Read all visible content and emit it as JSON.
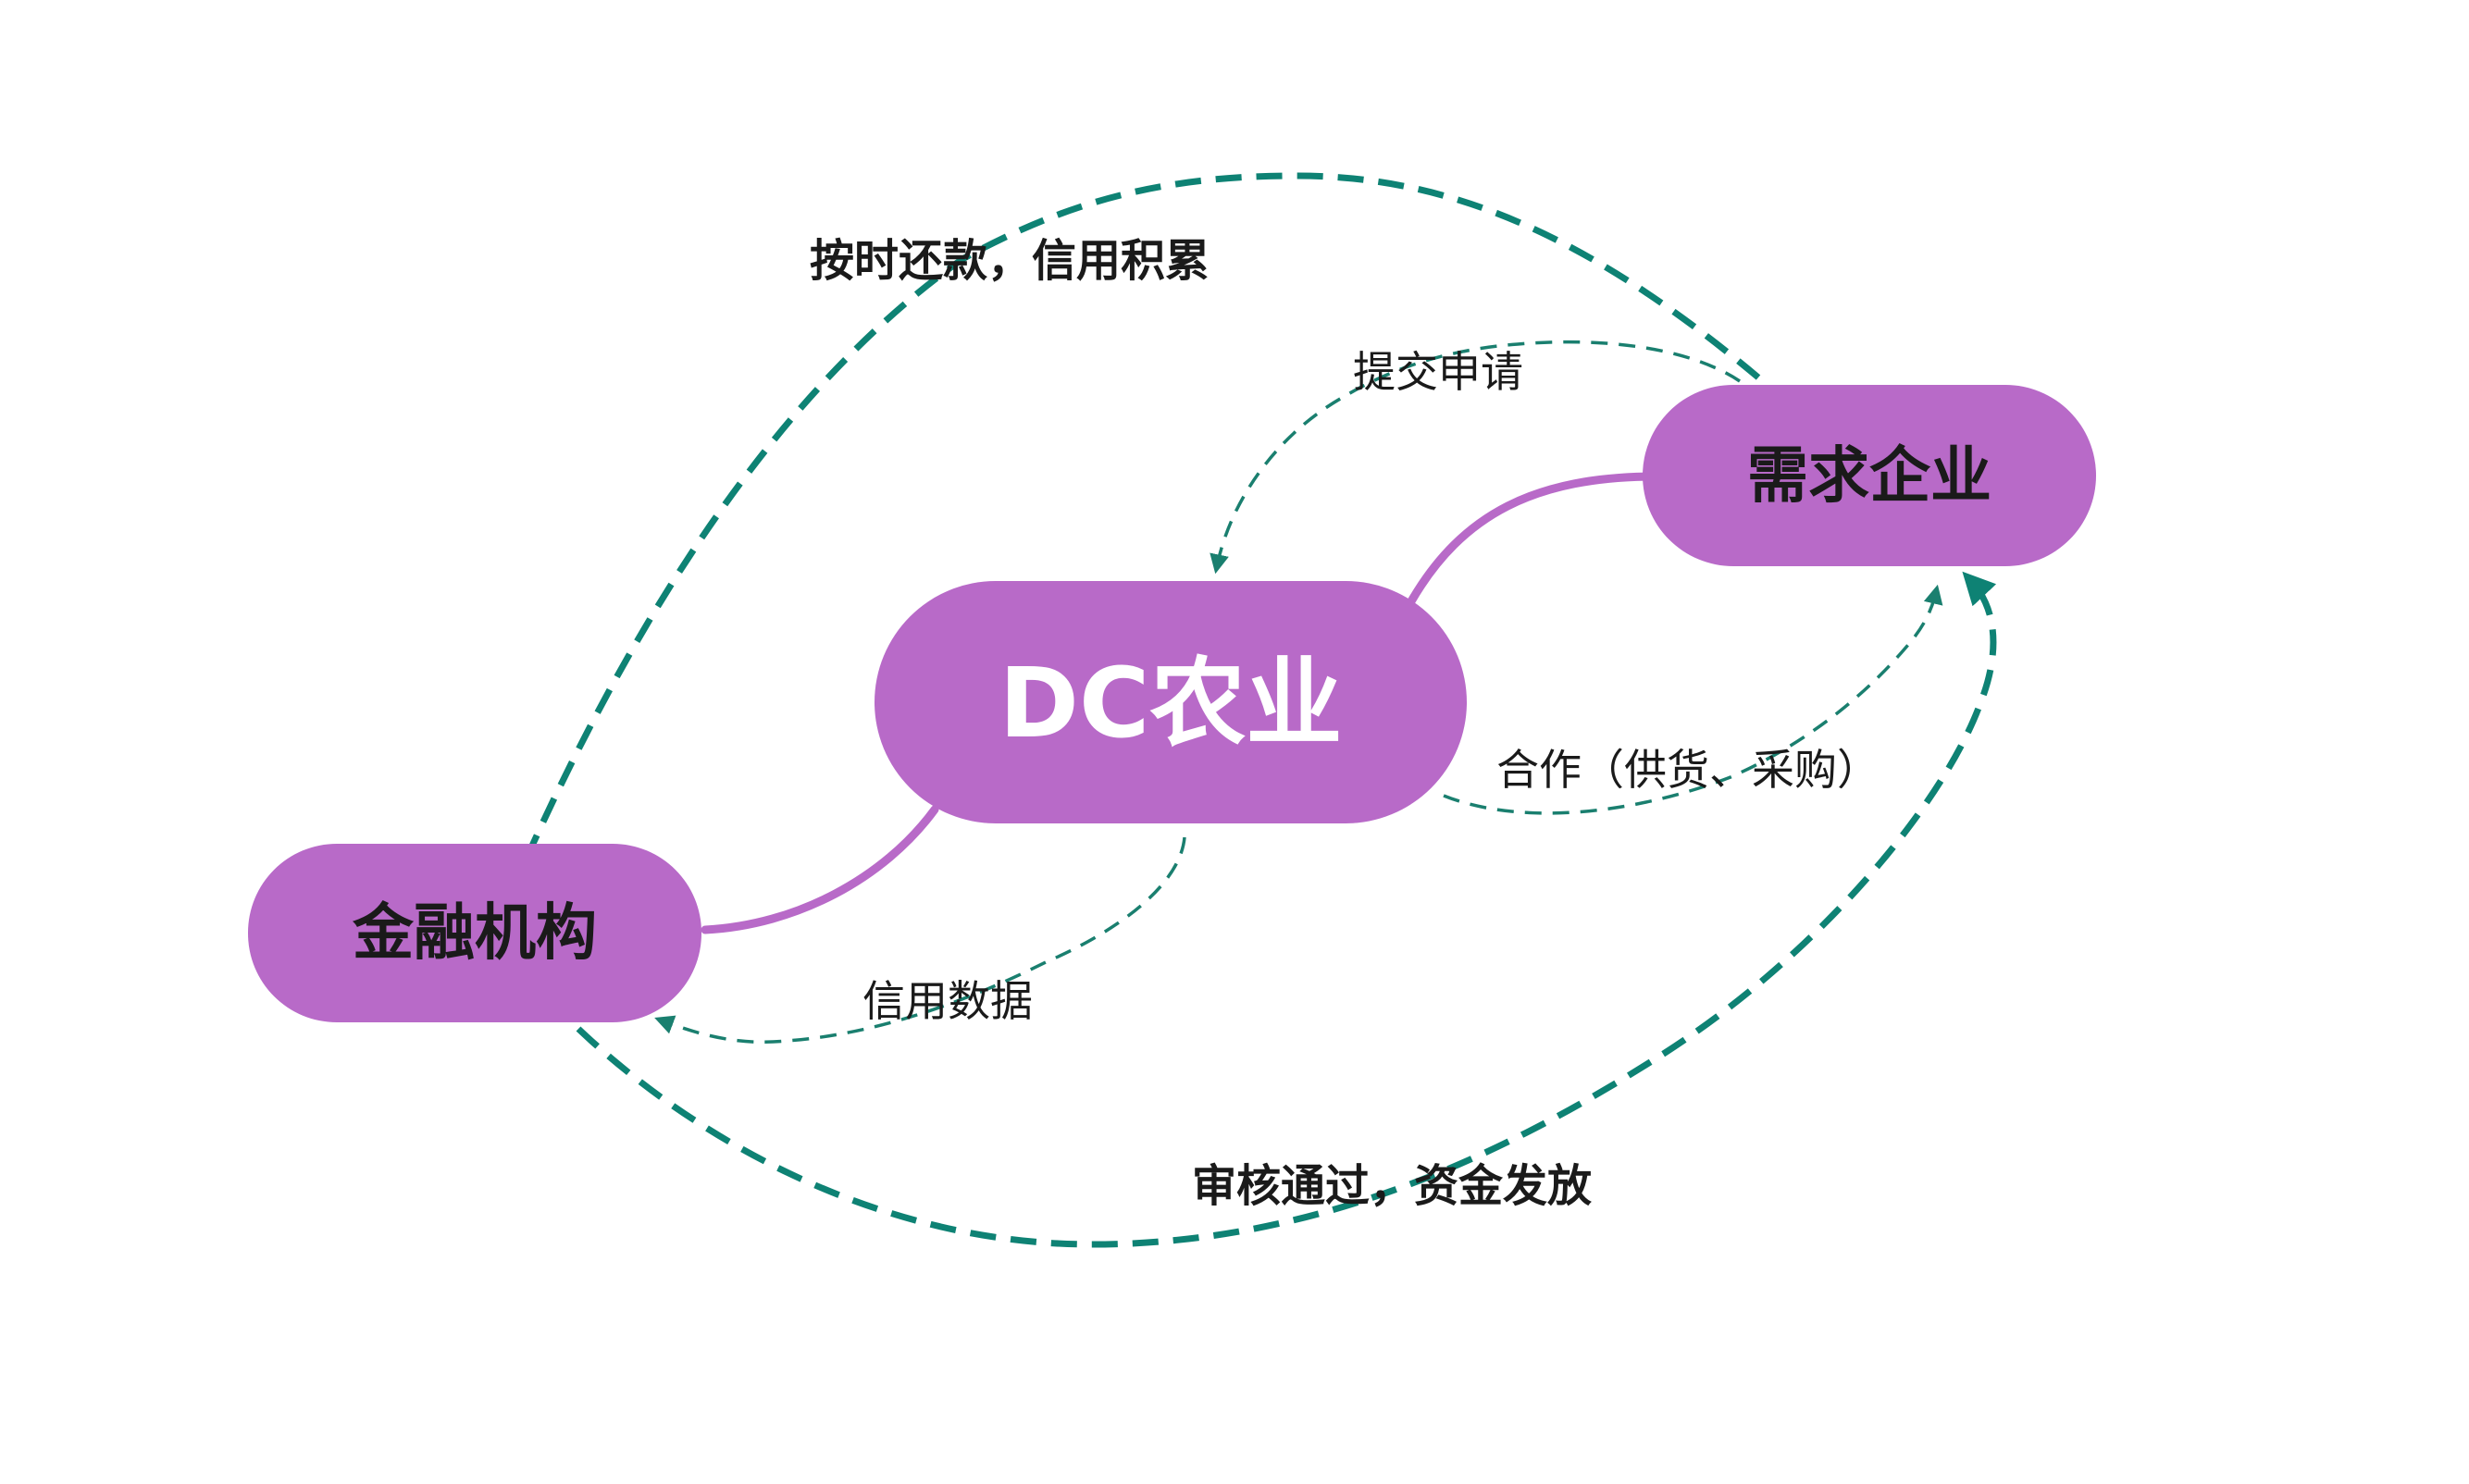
{
  "colors": {
    "node_fill": "#b86ac8",
    "connector": "#b86ac8",
    "major_arrow": "#0e8274",
    "minor_arrow": "#1a7f6f",
    "center_text": "#ffffff",
    "node_text": "#1a1a1a",
    "label_text": "#1a1a1a"
  },
  "nodes": {
    "center": "DC农业",
    "enterprise": "需求企业",
    "finance": "金融机构"
  },
  "labels": {
    "repay": "按时还款，信用积累",
    "submit": "提交申请",
    "cooperate": "合作（供货、采购）",
    "credit": "信用数据",
    "approve": "审核通过，资金发放"
  }
}
